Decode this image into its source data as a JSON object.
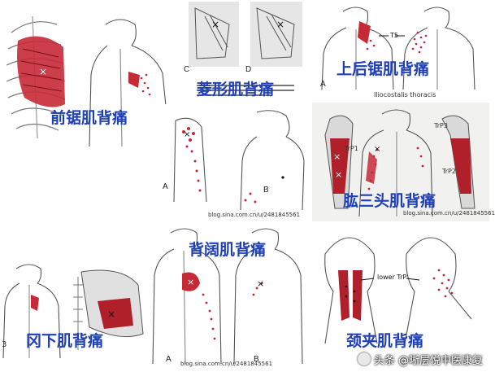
{
  "labels": {
    "serratus_anterior": "前锯肌背痛",
    "rhomboid": "菱形肌背痛",
    "serratus_posterior": "上后锯肌背痛",
    "triceps": "肱三头肌背痛",
    "latissimus": "背阔肌背痛",
    "infraspinatus": "冈下肌背痛",
    "splenius": "颈夹肌背痛"
  },
  "figure_text": {
    "iliocostalis": "Iliocostalis thoracis",
    "t5": "T5",
    "letter_a": "A",
    "letter_b": "B",
    "letter_c": "C",
    "letter_d": "D",
    "trp1": "TrP1",
    "trp2": "TrP2",
    "trp3": "TrP3",
    "lower_trp": "lower TrP",
    "page_num": "3"
  },
  "blog_urls": {
    "rhomboid_blog": "blog.sina.com.cn/u/2481845561",
    "triceps_blog": "blog.sina.com.cn/u/2481845561",
    "latissimus_blog": "blog.sina.com.cn/u/2481845561"
  },
  "watermark": {
    "text": "头条 @晰层悦中医康复"
  },
  "colors": {
    "label": "#1e3fb8",
    "muscle": "#b0202a",
    "pain_dots": "#c0283a"
  }
}
